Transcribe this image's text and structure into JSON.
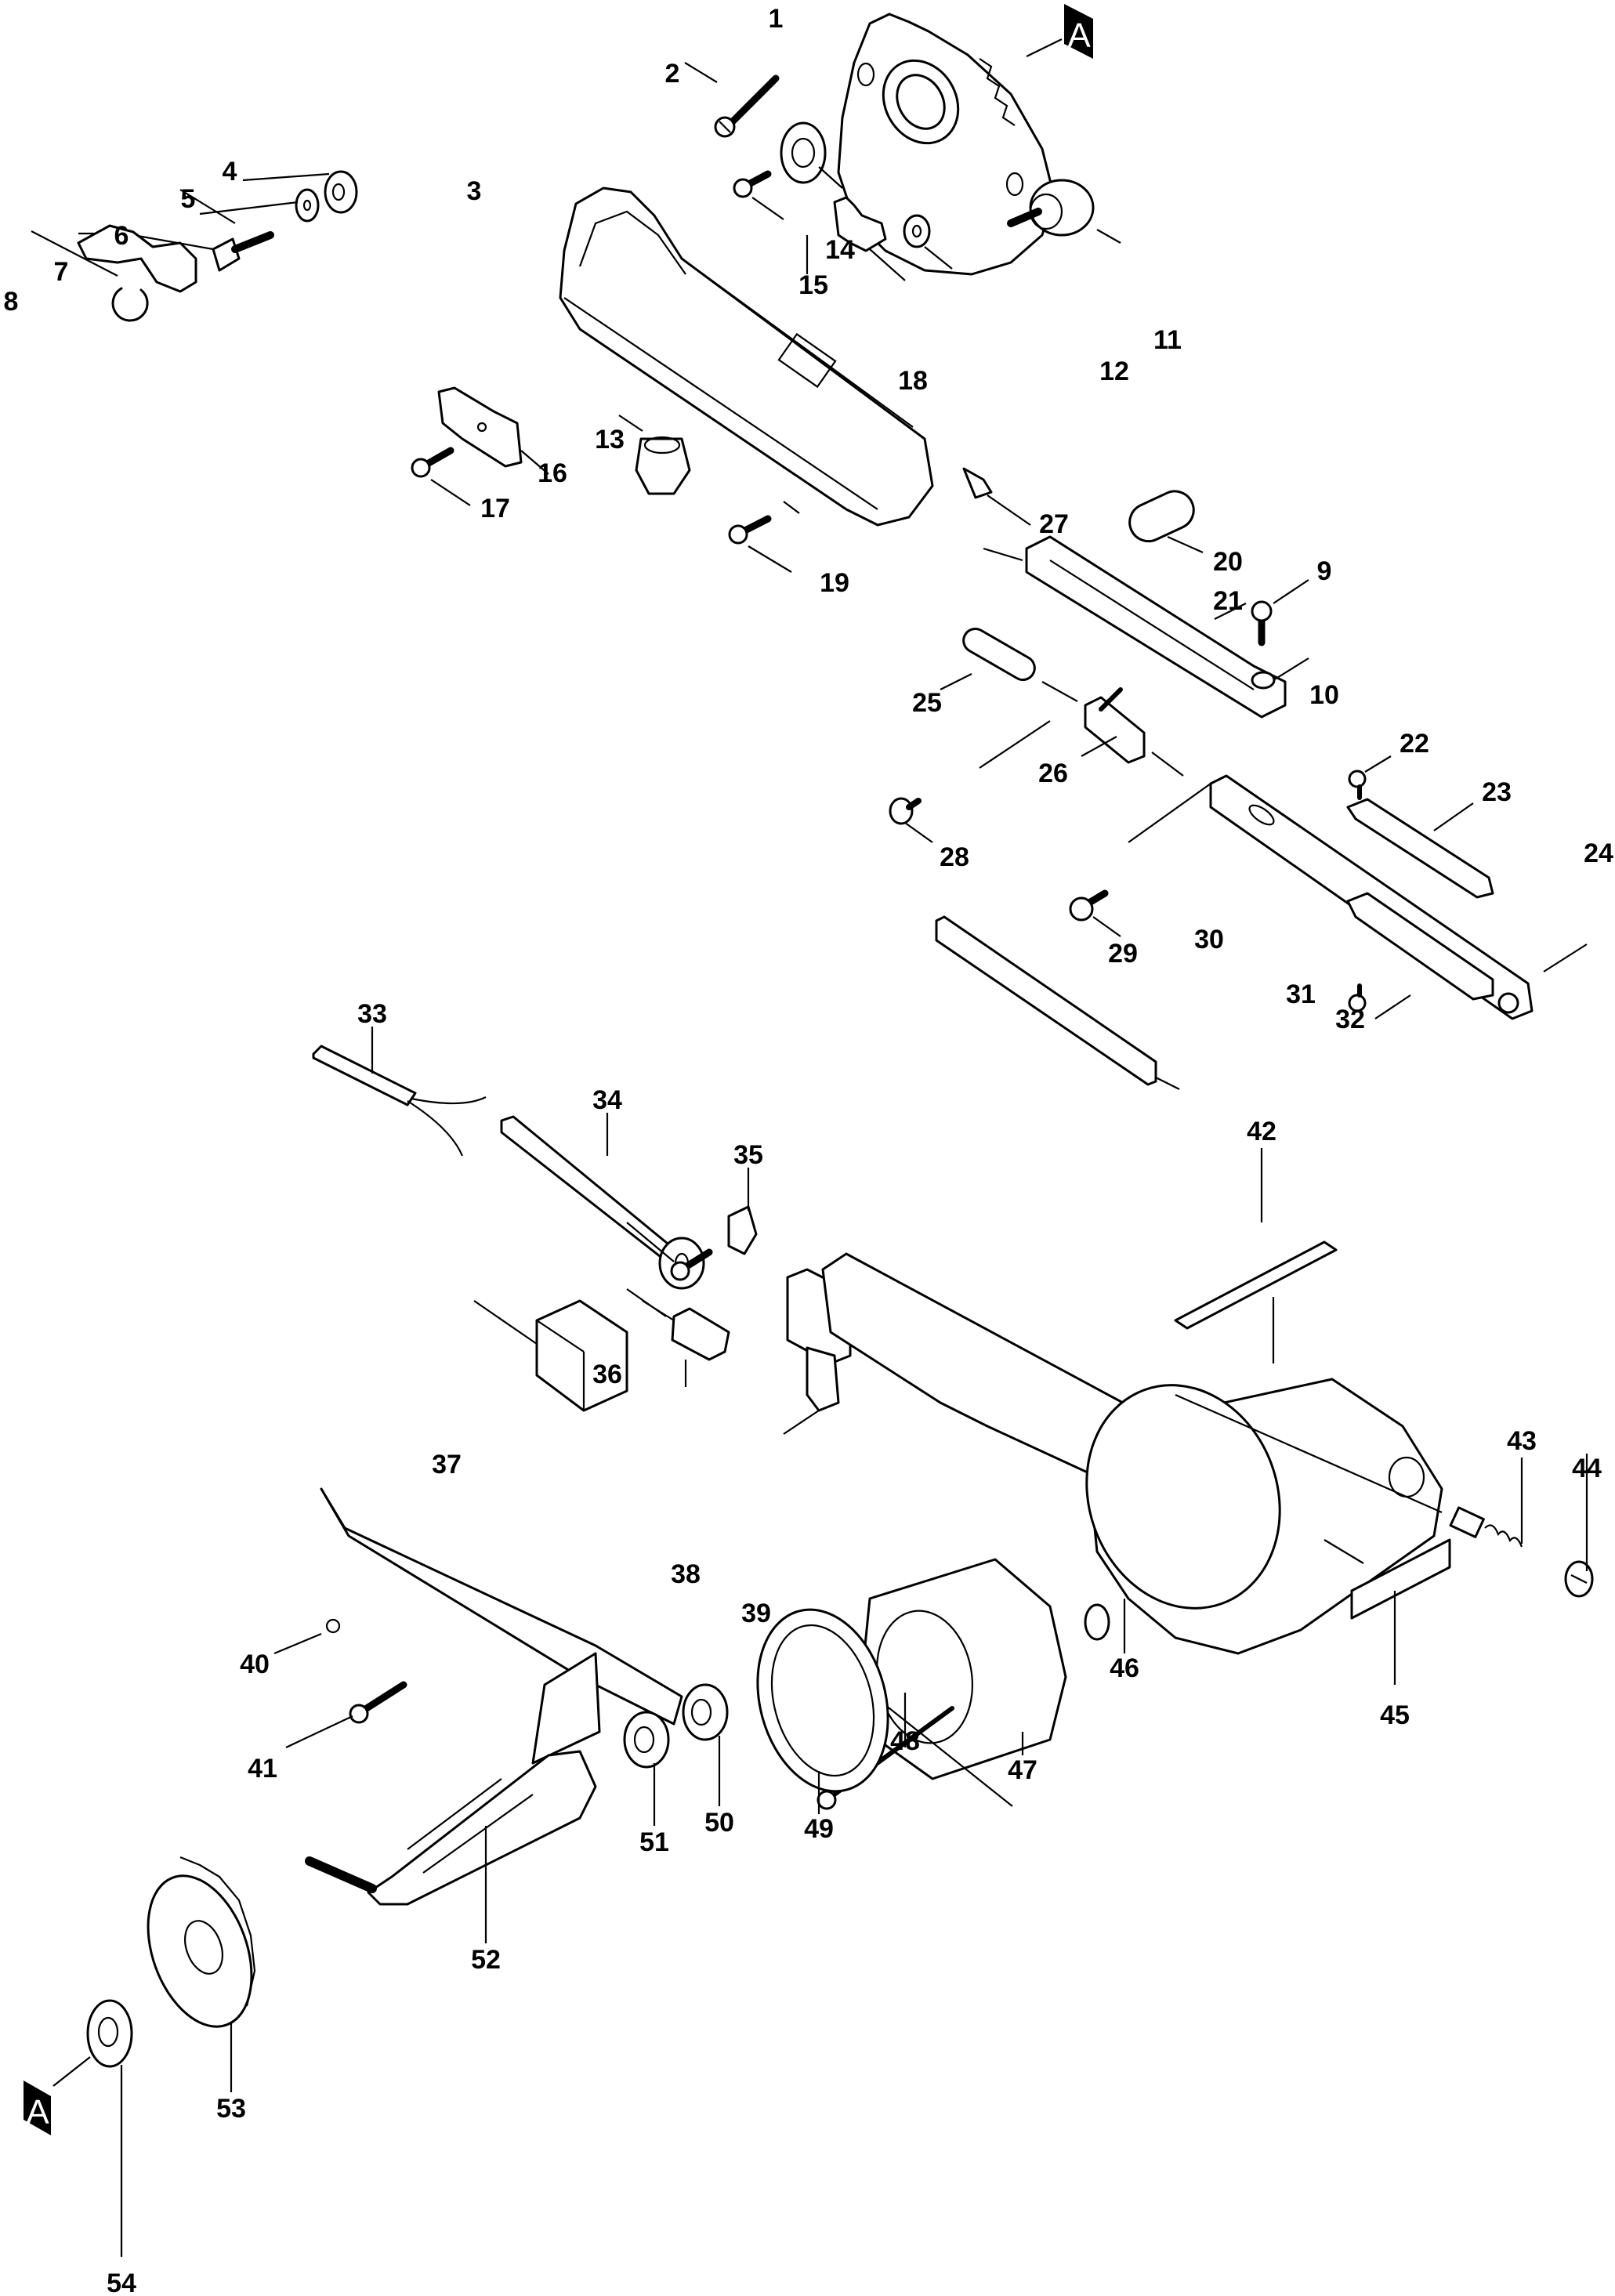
{
  "diagram": {
    "type": "exploded-parts-diagram",
    "reference_marker": "A",
    "parts": [
      {
        "id": "1",
        "label": "1"
      },
      {
        "id": "2",
        "label": "2"
      },
      {
        "id": "3",
        "label": "3"
      },
      {
        "id": "4",
        "label": "4"
      },
      {
        "id": "5",
        "label": "5"
      },
      {
        "id": "6",
        "label": "6"
      },
      {
        "id": "7",
        "label": "7"
      },
      {
        "id": "8",
        "label": "8"
      },
      {
        "id": "9",
        "label": "9"
      },
      {
        "id": "10",
        "label": "10"
      },
      {
        "id": "11",
        "label": "11"
      },
      {
        "id": "12",
        "label": "12"
      },
      {
        "id": "13",
        "label": "13"
      },
      {
        "id": "14",
        "label": "14"
      },
      {
        "id": "15",
        "label": "15"
      },
      {
        "id": "16",
        "label": "16"
      },
      {
        "id": "17",
        "label": "17"
      },
      {
        "id": "18",
        "label": "18"
      },
      {
        "id": "19",
        "label": "19"
      },
      {
        "id": "20",
        "label": "20"
      },
      {
        "id": "21",
        "label": "21"
      },
      {
        "id": "22",
        "label": "22"
      },
      {
        "id": "23",
        "label": "23"
      },
      {
        "id": "24",
        "label": "24"
      },
      {
        "id": "25",
        "label": "25"
      },
      {
        "id": "26",
        "label": "26"
      },
      {
        "id": "27",
        "label": "27"
      },
      {
        "id": "28",
        "label": "28"
      },
      {
        "id": "29",
        "label": "29"
      },
      {
        "id": "30",
        "label": "30"
      },
      {
        "id": "31",
        "label": "31"
      },
      {
        "id": "32",
        "label": "32"
      },
      {
        "id": "33",
        "label": "33"
      },
      {
        "id": "34",
        "label": "34"
      },
      {
        "id": "35",
        "label": "35"
      },
      {
        "id": "36",
        "label": "36"
      },
      {
        "id": "37",
        "label": "37"
      },
      {
        "id": "38",
        "label": "38"
      },
      {
        "id": "39",
        "label": "39"
      },
      {
        "id": "40",
        "label": "40"
      },
      {
        "id": "41",
        "label": "41"
      },
      {
        "id": "42",
        "label": "42"
      },
      {
        "id": "43",
        "label": "43"
      },
      {
        "id": "44",
        "label": "44"
      },
      {
        "id": "45",
        "label": "45"
      },
      {
        "id": "46",
        "label": "46"
      },
      {
        "id": "47",
        "label": "47"
      },
      {
        "id": "48",
        "label": "48"
      },
      {
        "id": "49",
        "label": "49"
      },
      {
        "id": "50",
        "label": "50"
      },
      {
        "id": "51",
        "label": "51"
      },
      {
        "id": "52",
        "label": "52"
      },
      {
        "id": "53",
        "label": "53"
      },
      {
        "id": "54",
        "label": "54"
      }
    ]
  }
}
